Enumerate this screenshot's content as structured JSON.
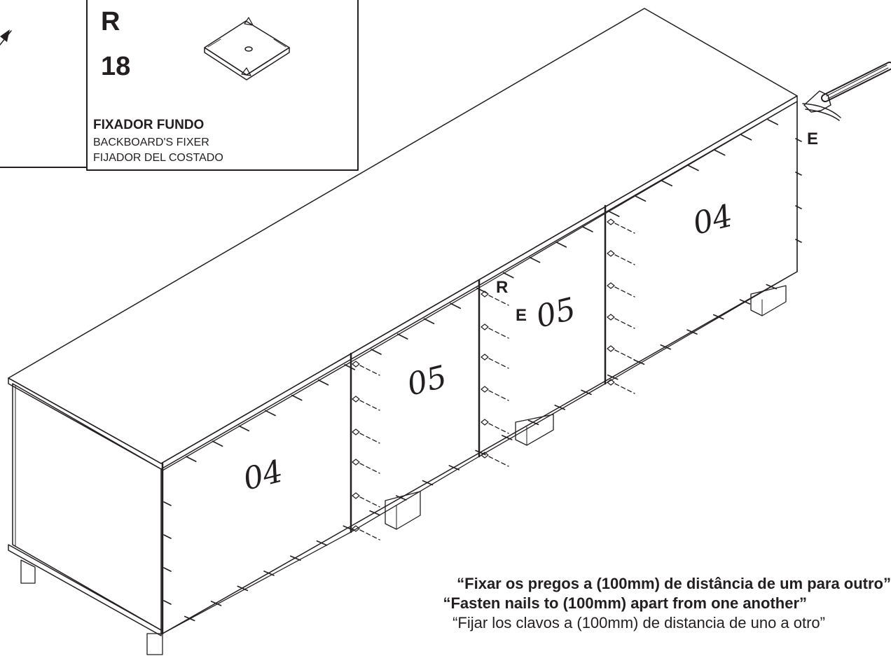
{
  "part_box": {
    "letter": "R",
    "quantity": "18",
    "name_pt": "FIXADOR FUNDO",
    "name_en": "BACKBOARD'S FIXER",
    "name_es": "FIJADOR DEL COSTADO"
  },
  "labels": {
    "panel_left": "04",
    "panel_mid_left": "05",
    "panel_mid_right": "05",
    "panel_right": "04",
    "callout_r": "R",
    "callout_e_mid": "E",
    "callout_e_right": "E"
  },
  "instructions": {
    "pt": "“Fixar os pregos a (100mm) de distância de um para outro”",
    "en": "“Fasten nails to (100mm) apart from one another”",
    "es": "“Fijar los clavos a (100mm) de distancia de uno a otro”"
  }
}
